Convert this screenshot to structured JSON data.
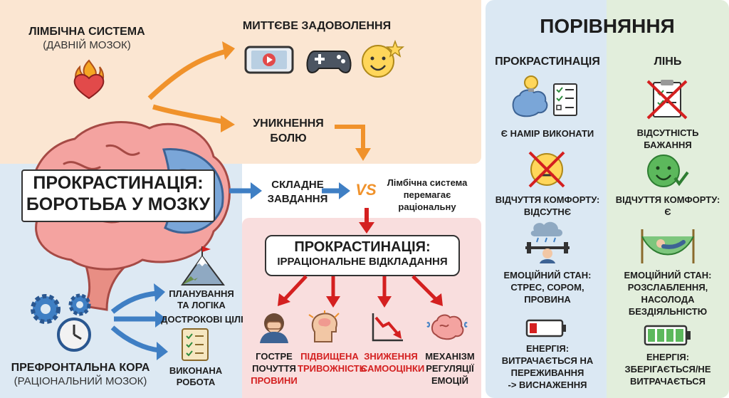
{
  "limbic": {
    "title": "ЛІМБІЧНА СИСТЕМА",
    "subtitle": "(ДАВНІЙ МОЗОК)"
  },
  "instant": {
    "label": "МИТТЄВЕ ЗАДОВОЛЕННЯ"
  },
  "avoid": {
    "line1": "УНИКНЕННЯ",
    "line2": "БОЛЮ"
  },
  "main_title": {
    "line1": "ПРОКРАСТИНАЦІЯ:",
    "line2": "БОРОТЬБА У МОЗКУ"
  },
  "task": {
    "line1": "СКЛАДНЕ",
    "line2": "ЗАВДАННЯ"
  },
  "vs": "VS",
  "verdict": {
    "line1": "Лімбічна система",
    "line2": "перемагає",
    "line3": "раціональну"
  },
  "pfc_outputs": {
    "planning": {
      "line1": "ПЛАНУВАННЯ",
      "line2": "ТА ЛОГІКА"
    },
    "goals": "ДОСТРОКОВІ ЦІЛІ",
    "done": {
      "line1": "ВИКОНАНА",
      "line2": "РОБОТА"
    }
  },
  "pfc": {
    "title": "ПРЕФРОНТАЛЬНА КОРА",
    "subtitle": "(РАЦІОНАЛЬНИЙ МОЗОК)"
  },
  "procrastination": {
    "line1": "ПРОКРАСТИНАЦІЯ:",
    "line2": "ІРРАЦІОНАЛЬНЕ ВІДКЛАДАННЯ"
  },
  "effects": [
    {
      "line1": "ГОСТРЕ",
      "line2": "ПОЧУТТЯ",
      "line3": "ПРОВИНИ"
    },
    {
      "line1": "ПІДВИЩЕНА",
      "line2": "ТРИВОЖНІСТЬ"
    },
    {
      "line1": "ЗНИЖЕННЯ",
      "line2": "САМООЦІНКИ"
    },
    {
      "line1": "МЕХАНІЗМ",
      "line2": "РЕГУЛЯЦІЇ",
      "line3": "ЕМОЦІЙ"
    }
  ],
  "comparison": {
    "title": "ПОРІВНЯННЯ",
    "left_header": "ПРОКРАСТИНАЦІЯ",
    "right_header": "ЛІНЬ",
    "left": {
      "intent": "Є НАМІР ВИКОНАТИ",
      "comfort": {
        "line1": "ВІДЧУТТЯ КОМФОРТУ:",
        "line2": "ВІДСУТНЄ"
      },
      "emotion": {
        "line1": "ЕМОЦІЙНИЙ СТАН:",
        "line2": "СТРЕС, СОРОМ,",
        "line3": "ПРОВИНА"
      },
      "energy": {
        "line1": "ЕНЕРГІЯ:",
        "line2": "ВИТРАЧАЄТЬСЯ НА",
        "line3": "ПЕРЕЖИВАННЯ",
        "line4": "-> ВИСНАЖЕННЯ"
      }
    },
    "right": {
      "desire": {
        "line1": "ВІДСУТНІСТЬ",
        "line2": "БАЖАННЯ"
      },
      "comfort": {
        "line1": "ВІДЧУТТЯ КОМФОРТУ:",
        "line2": "Є"
      },
      "emotion": {
        "line1": "ЕМОЦІЙНИЙ СТАН:",
        "line2": "РОЗСЛАБЛЕННЯ,",
        "line3": "НАСОЛОДА",
        "line4": "БЕЗДІЯЛЬНІСТЮ"
      },
      "energy": {
        "line1": "ЕНЕРГІЯ:",
        "line2": "ЗБЕРІГАЄТЬСЯ/НЕ",
        "line3": "ВИТРАЧАЄТЬСЯ"
      }
    }
  },
  "colors": {
    "orange": "#f0922b",
    "blue": "#3f7fc4",
    "red": "#d42020",
    "brain_pink": "#f4a3a0"
  }
}
